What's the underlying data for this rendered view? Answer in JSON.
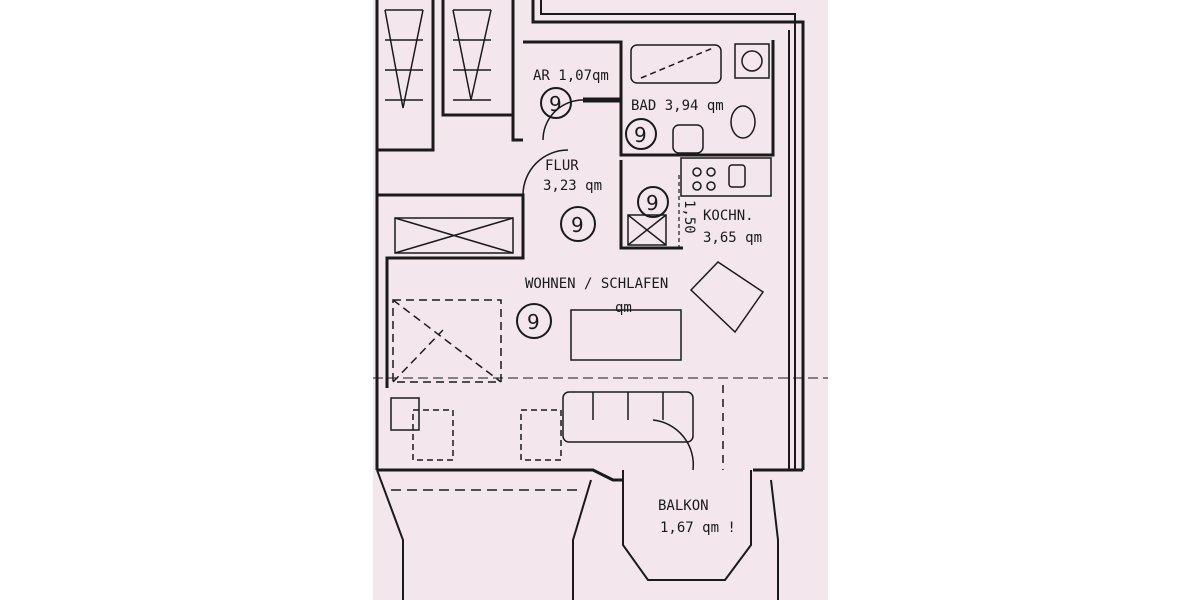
{
  "rooms": {
    "ar": {
      "label": "AR 1,07qm"
    },
    "bad": {
      "label": "BAD 3,94 qm"
    },
    "flur": {
      "name": "FLUR",
      "area": "3,23 qm"
    },
    "kochn": {
      "name": "KOCHN.",
      "area": "3,65 qm"
    },
    "wohnen": {
      "name": "WOHNEN / SCHLAFEN",
      "area": "qm"
    },
    "balkon": {
      "name": "BALKON",
      "area": "1,67 qm !"
    }
  },
  "dimension": {
    "label": "1,50"
  },
  "badges": [
    "9",
    "9",
    "9",
    "9",
    "9"
  ]
}
